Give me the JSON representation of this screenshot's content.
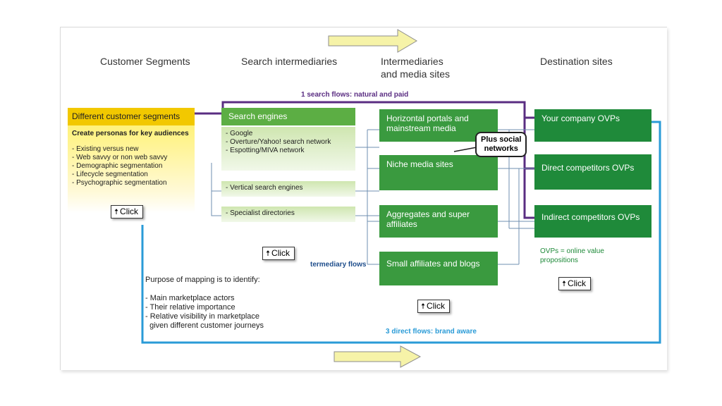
{
  "columns": {
    "customer": "Customer Segments",
    "search": "Search intermediaries",
    "media": "Intermediaries\nand media sites",
    "destination": "Destination sites"
  },
  "segments": {
    "header": "Different customer segments",
    "subtitle": "Create personas for key audiences",
    "items": [
      "- Existing versus new",
      "- Web savvy or non web savvy",
      "- Demographic segmentation",
      "- Lifecycle segmentation",
      "- Psychographic segmentation"
    ]
  },
  "search": {
    "header": "Search engines",
    "engines": [
      "- Google",
      "- Overture/Yahoo! search network",
      "- Espotting/MIVA network"
    ],
    "vertical": "- Vertical search engines",
    "specialist": "- Specialist directories"
  },
  "media": {
    "horizontal": "Horizontal portals and mainstream media",
    "niche": "Niche media sites",
    "aggregates": "Aggregates and super affiliates",
    "small": "Small affiliates and blogs"
  },
  "destination": {
    "company": "Your company OVPs",
    "direct": "Direct competitors OVPs",
    "indirect": "Indirect competitors OVPs",
    "note": "OVPs = online value\npropositions"
  },
  "bubble": "Plus social\nnetworks",
  "flows": {
    "search_flows": "1 search flows: natural and paid",
    "intermediary_flows": "termediary flows",
    "direct_flows": "3 direct flows: brand aware"
  },
  "purpose": {
    "title": "Purpose of mapping is to identify:",
    "items": "- Main marketplace actors\n- Their relative importance\n- Relative visibility in marketplace\n  given different customer journeys"
  },
  "click_label": "Click",
  "colors": {
    "purple": "#5a2d82",
    "blue": "#2a9bd7",
    "green": "#1f8a3a",
    "yellow": "#f2c800"
  }
}
